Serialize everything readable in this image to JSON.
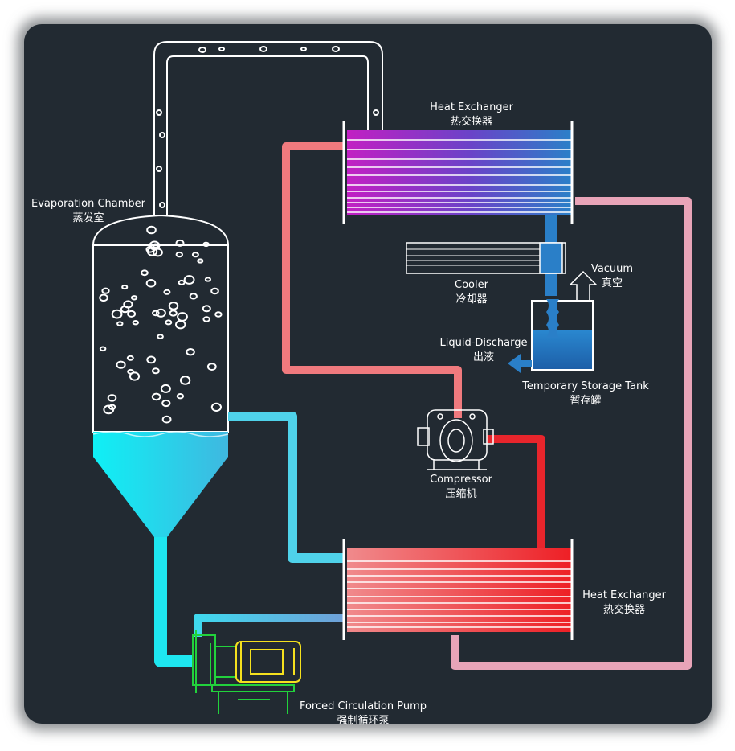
{
  "labels": {
    "evaporation_chamber": {
      "en": "Evaporation Chamber",
      "zh": "蒸发室"
    },
    "heat_exchanger_top": {
      "en": "Heat Exchanger",
      "zh": "热交换器"
    },
    "cooler": {
      "en": "Cooler",
      "zh": "冷却器"
    },
    "vacuum": {
      "en": "Vacuum",
      "zh": "真空"
    },
    "liquid_discharge": {
      "en": "Liquid-Discharge",
      "zh": "出液"
    },
    "temporary_storage_tank": {
      "en": "Temporary Storage Tank",
      "zh": "暂存罐"
    },
    "compressor": {
      "en": "Compressor",
      "zh": "压缩机"
    },
    "heat_exchanger_bottom": {
      "en": "Heat Exchanger",
      "zh": "热交换器"
    },
    "forced_circulation_pump": {
      "en": "Forced Circulation Pump",
      "zh": "强制循环泵"
    }
  },
  "colors": {
    "background": "#222a32",
    "outline": "#ffffff",
    "cold_liquid": "#1ee6f0",
    "hot_steam": "#e8323a",
    "warm_pipe": "#f08a8c",
    "cooler_blue": "#2a7fc8",
    "pump_yellow": "#f5e11e",
    "pump_green": "#22d23c",
    "magenta": "#c020c8"
  }
}
